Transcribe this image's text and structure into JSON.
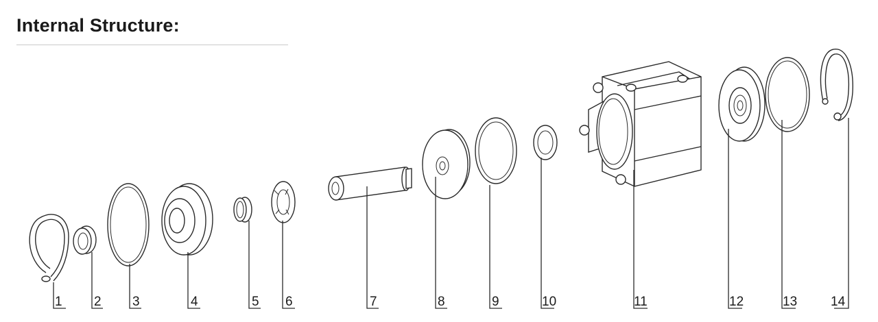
{
  "title": "Internal Structure:",
  "parts": [
    {
      "number": "1"
    },
    {
      "number": "2"
    },
    {
      "number": "3"
    },
    {
      "number": "4"
    },
    {
      "number": "5"
    },
    {
      "number": "6"
    },
    {
      "number": "7"
    },
    {
      "number": "8"
    },
    {
      "number": "9"
    },
    {
      "number": "10"
    },
    {
      "number": "11"
    },
    {
      "number": "12"
    },
    {
      "number": "13"
    },
    {
      "number": "14"
    }
  ]
}
